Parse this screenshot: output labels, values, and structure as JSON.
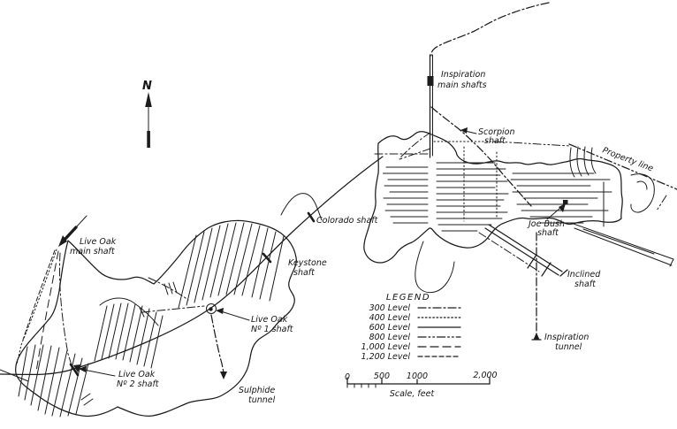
{
  "map": {
    "north_label": "N",
    "labels": {
      "inspiration_main_shafts": [
        "Inspiration",
        "main shafts"
      ],
      "scorpion_shaft": [
        "Scorpion",
        "shaft"
      ],
      "property_line": "Property line",
      "joe_bush_shaft": [
        "Joe Bush",
        "shaft"
      ],
      "inclined_shaft": [
        "Inclined",
        "shaft"
      ],
      "inspiration_tunnel": [
        "Inspiration",
        "tunnel"
      ],
      "colorado_shaft": "Colorado shaft",
      "keystone_shaft": [
        "Keystone",
        "shaft"
      ],
      "live_oak_main_shaft": [
        "Live Oak",
        "main shaft"
      ],
      "live_oak_no1_shaft": [
        "Live Oak",
        "Nº 1 shaft"
      ],
      "live_oak_no2_shaft": [
        "Live Oak",
        "Nº 2 shaft"
      ],
      "sulphide_tunnel": [
        "Sulphide",
        "tunnel"
      ]
    }
  },
  "legend": {
    "title": "LEGEND",
    "entries": [
      {
        "label": "300 Level",
        "style": "dash-dot"
      },
      {
        "label": "400 Level",
        "style": "dotted"
      },
      {
        "label": "600 Level",
        "style": "solid"
      },
      {
        "label": "800 Level",
        "style": "dash-dot-dot"
      },
      {
        "label": "1,000 Level",
        "style": "long-dash"
      },
      {
        "label": "1,200 Level",
        "style": "short-dash"
      }
    ]
  },
  "scale_bar": {
    "tick_labels": [
      "0",
      "500",
      "1000",
      "2,000"
    ],
    "caption": "Scale, feet"
  },
  "colors": {
    "ink": "#1c1c1c",
    "paper": "#ffffff"
  }
}
